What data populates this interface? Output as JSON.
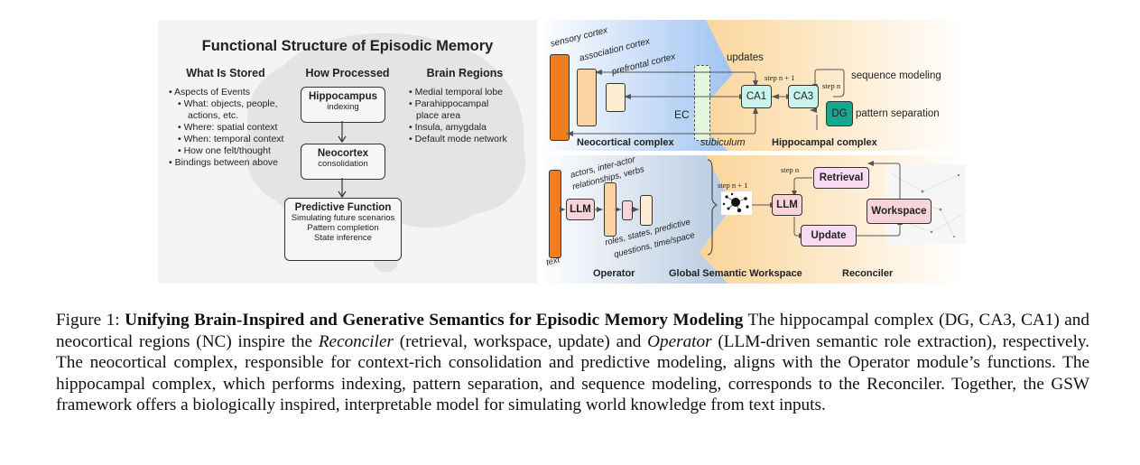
{
  "left_panel": {
    "title": "Functional Structure of Episodic Memory",
    "columns": {
      "stored": {
        "heading": "What Is Stored",
        "items": [
          {
            "text": "Aspects of Events",
            "level": 0
          },
          {
            "text": "What: objects, people,",
            "level": 1
          },
          {
            "text": "actions, etc.",
            "level": 1,
            "continuation": true
          },
          {
            "text": "Where: spatial context",
            "level": 1
          },
          {
            "text": "When: temporal context",
            "level": 1
          },
          {
            "text": "How one felt/thought",
            "level": 1
          },
          {
            "text": "Bindings between above",
            "level": 0
          }
        ]
      },
      "processed": {
        "heading": "How Processed",
        "boxes": [
          {
            "title": "Hippocampus",
            "subtitle": "indexing"
          },
          {
            "title": "Neocortex",
            "subtitle": "consolidation"
          },
          {
            "title": "Predictive Function",
            "lines": [
              "Simulating future scenarios",
              "Pattern completion",
              "State inference"
            ]
          }
        ]
      },
      "regions": {
        "heading": "Brain Regions",
        "items": [
          {
            "text": "Medial temporal lobe"
          },
          {
            "text": "Parahippocampal"
          },
          {
            "text": "place area",
            "continuation": true
          },
          {
            "text": "Insula, amygdala"
          },
          {
            "text": "Default mode network"
          }
        ]
      }
    }
  },
  "top_right": {
    "labels": {
      "sensory_cortex": "sensory cortex",
      "association_cortex": "association cortex",
      "prefrontal_cortex": "prefrontal cortex",
      "ec": "EC",
      "subiculum": "subiculum",
      "updates": "updates",
      "step_n_plus_1": "step n + 1",
      "step_n": "step n",
      "sequence_modeling": "sequence modeling",
      "pattern_separation": "pattern separation",
      "neocortical_complex": "Neocortical complex",
      "hippocampal_complex": "Hippocampal complex"
    },
    "nodes": {
      "ca1": "CA1",
      "ca3": "CA3",
      "dg": "DG"
    }
  },
  "bottom_right": {
    "labels": {
      "actors": "actors, inter-actor",
      "relationships": "relationships, verbs",
      "roles": "roles, states, predictive",
      "questions": "questions, time/space",
      "text": "text",
      "step_n_plus_1": "step n + 1",
      "step_n": "step n",
      "operator": "Operator",
      "gsw": "Global Semantic Workspace",
      "reconciler": "Reconciler"
    },
    "nodes": {
      "llm_operator": "LLM",
      "llm_reconciler": "LLM",
      "retrieval": "Retrieval",
      "workspace": "Workspace",
      "update": "Update"
    }
  },
  "colors": {
    "orange": "#f07d1e",
    "light_orange": "#fbd8a6",
    "pale_orange": "#fdeccd",
    "teal_light": "#c7f2ec",
    "teal_dark": "#1aa88f",
    "pink": "#f9d3da",
    "pink_light": "#f8dcf3",
    "blue_bg": "#a9c9f2",
    "peach_bg": "#fbd8a0"
  },
  "caption": {
    "label": "Figure 1:",
    "title": "Unifying Brain-Inspired and Generative Semantics for Episodic Memory Modeling",
    "seg1": "The hippocampal complex (DG, CA3, CA1) and neocortical regions (NC) inspire the",
    "reconciler": "Reconciler",
    "seg2": "(retrieval, workspace, update) and",
    "operator": "Operator",
    "seg3": "(LLM-driven semantic role extraction), respectively. The neocortical complex, responsible for context-rich consolidation and predictive modeling, aligns with the Operator module’s functions. The hippocampal complex, which performs indexing, pattern separation, and sequence modeling, corresponds to the Reconciler. Together, the GSW framework offers a biologically inspired, interpretable model for simulating world knowledge from text inputs."
  }
}
